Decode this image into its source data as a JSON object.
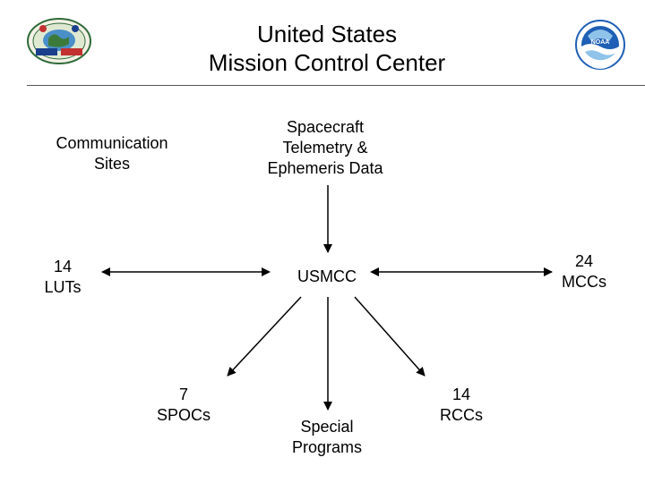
{
  "header": {
    "title_line1": "United States",
    "title_line2": "Mission Control Center"
  },
  "logos": {
    "left": "cospas-sarsat-logo",
    "right": "noaa-logo",
    "right_text": "NOAA"
  },
  "nodes": {
    "communication_sites": {
      "line1": "Communication",
      "line2": "Sites"
    },
    "spacecraft_data": {
      "line1": "Spacecraft",
      "line2": "Telemetry &",
      "line3": "Ephemeris Data"
    },
    "luts": {
      "line1": "14",
      "line2": "LUTs"
    },
    "usmcc": {
      "label": "USMCC"
    },
    "mccs": {
      "line1": "24",
      "line2": "MCCs"
    },
    "spocs": {
      "line1": "7",
      "line2": "SPOCs"
    },
    "special_programs": {
      "line1": "Special",
      "line2": "Programs"
    },
    "rccs": {
      "line1": "14",
      "line2": "RCCs"
    }
  },
  "colors": {
    "text": "#000000",
    "arrow": "#000000",
    "rule": "#555555",
    "noaa_blue": "#1f5fb5",
    "noaa_light": "#8fc3ea"
  }
}
